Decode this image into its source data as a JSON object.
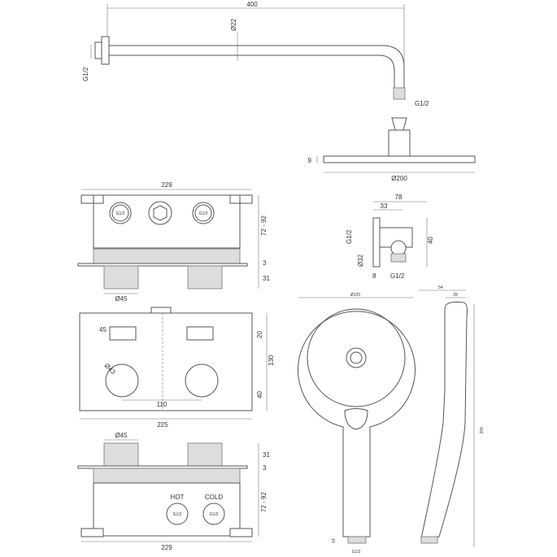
{
  "shower_arm": {
    "length": "400",
    "diameter": "Ø22",
    "wall_thread": "G1/2",
    "outlet_thread": "G1/2"
  },
  "rain_head": {
    "thickness": "9",
    "diameter": "Ø200"
  },
  "wall_outlet": {
    "depth": "78",
    "offset": "33",
    "thread": "G1/2",
    "height": "40",
    "diameter": "Ø32",
    "plate": "8",
    "outlet_thread": "G1/2"
  },
  "top_view": {
    "width": "229",
    "depth": "72 - 92",
    "plate": "3",
    "knob_height": "31",
    "knob_diameter": "Ø45",
    "port_left": "G1/2",
    "port_right": "G1/2"
  },
  "front_view": {
    "slot_width": "45",
    "slot_height": "20",
    "knob_circle": "Ø43",
    "height": "130",
    "knob_spacing": "110",
    "knob_offset": "40",
    "width": "225"
  },
  "bottom_view": {
    "knob_diameter": "Ø45",
    "knob_height": "31",
    "plate": "3",
    "depth": "72 - 92",
    "hot": "HOT",
    "cold": "COLD",
    "port_left": "G1/2",
    "port_right": "G1/2",
    "width": "229"
  },
  "hand_shower": {
    "head_diameter": "Ø120",
    "depth": "54",
    "head_depth": "28",
    "length": "402",
    "thread_length": "14",
    "thread": "G1/2"
  }
}
